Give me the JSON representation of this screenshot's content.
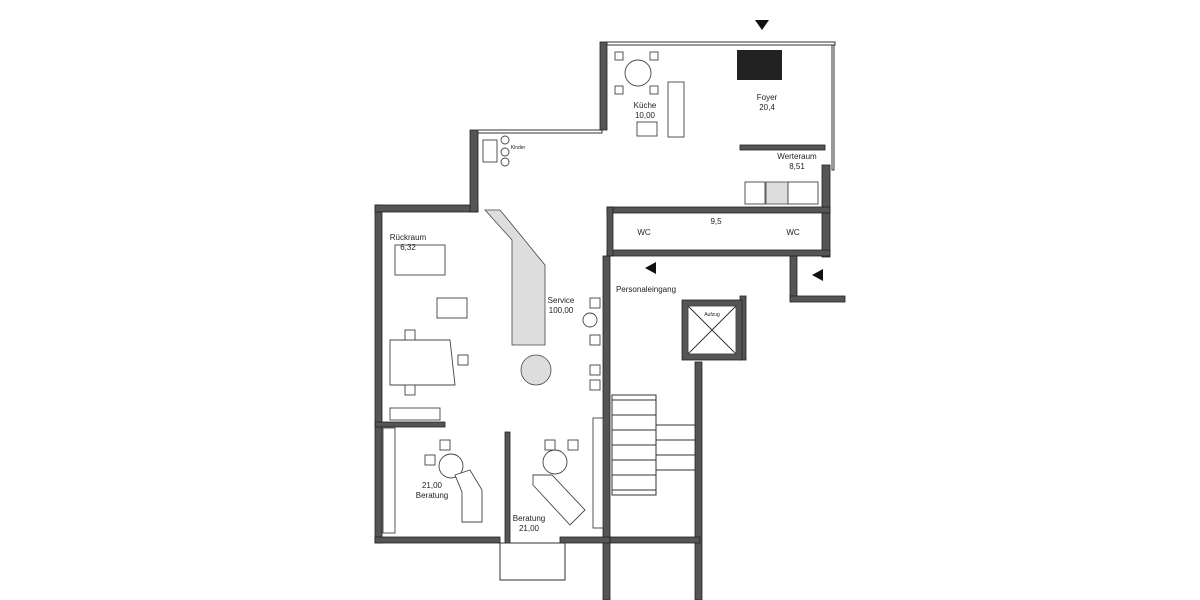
{
  "plan": {
    "rooms": {
      "kueche": {
        "name": "Küche",
        "area": "10,00"
      },
      "foyer": {
        "name": "Foyer",
        "area": "20,4"
      },
      "werteraum": {
        "name": "Werteraum",
        "area": "8,51"
      },
      "flur": {
        "area": "9,5"
      },
      "wc_left": {
        "name": "WC"
      },
      "wc_right": {
        "name": "WC"
      },
      "rueckraum": {
        "name": "Rückraum",
        "area": "6,32"
      },
      "service": {
        "name": "Service",
        "area": "100,00"
      },
      "beratung_left": {
        "name": "Beratung",
        "area": "21,00"
      },
      "beratung_right": {
        "name": "Beratung",
        "area": "21,00"
      }
    },
    "labels": {
      "personaleingang": "Personaleingang",
      "aufzug": "Aufzug",
      "kinder": "Kinder"
    },
    "entrance_markers": [
      "top-foyer",
      "personaleingang",
      "right-entrance"
    ],
    "colors": {
      "wall": "#555555",
      "line": "#333333"
    }
  }
}
